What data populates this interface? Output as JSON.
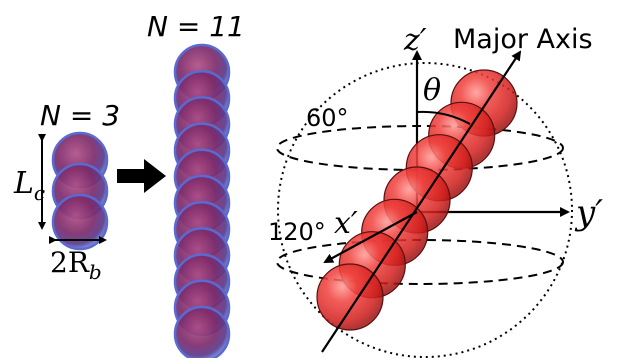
{
  "left_panel": {
    "small_rod": {
      "n_label": "N = 3",
      "length_label": "L",
      "length_subscript": "c",
      "diameter_label": "2R",
      "diameter_subscript": "b",
      "sphere_count": 3
    },
    "arrow": "right-arrow-icon",
    "long_rod": {
      "n_label": "N = 11",
      "sphere_count": 11
    }
  },
  "right_panel": {
    "z_axis_label": "z′",
    "y_axis_label": "y′",
    "x_axis_label": "x′",
    "major_axis_label": "Major Axis",
    "theta_label": "θ",
    "angle_upper": "60°",
    "angle_lower": "120°",
    "sphere_count": 7
  },
  "colors": {
    "rod_sphere_core": "#7a2a6e",
    "rod_sphere_edge": "#5a6ad0",
    "red_sphere": "#e8302e",
    "red_sphere_edge": "#5a1010"
  }
}
